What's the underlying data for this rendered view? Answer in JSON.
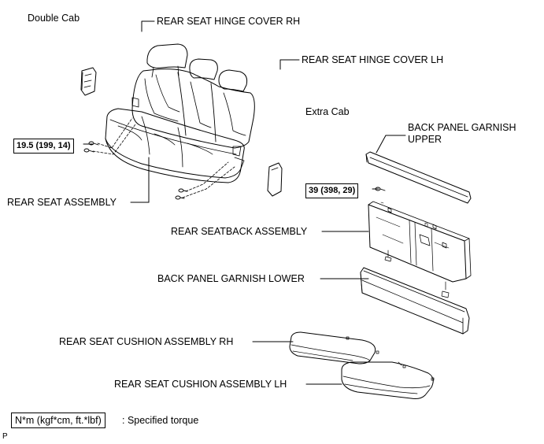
{
  "sections": {
    "double_cab": "Double Cab",
    "extra_cab": "Extra Cab"
  },
  "labels": {
    "hinge_cover_rh": "REAR SEAT HINGE COVER RH",
    "hinge_cover_lh": "REAR SEAT HINGE COVER LH",
    "back_panel_garnish_upper_1": "BACK PANEL GARNISH",
    "back_panel_garnish_upper_2": "UPPER",
    "rear_seat_assembly": "REAR SEAT ASSEMBLY",
    "rear_seatback_assembly": "REAR SEATBACK ASSEMBLY",
    "back_panel_garnish_lower": "BACK PANEL GARNISH LOWER",
    "cushion_rh": "REAR SEAT CUSHION ASSEMBLY RH",
    "cushion_lh": "REAR SEAT CUSHION ASSEMBLY LH"
  },
  "torques": {
    "double_cab_bolt": "19.5 (199, 14)",
    "extra_cab_bolt": "39 (398, 29)"
  },
  "legend": {
    "unit": "N*m (kgf*cm, ft.*lbf)",
    "text": ": Specified torque"
  },
  "figure_code": "P"
}
